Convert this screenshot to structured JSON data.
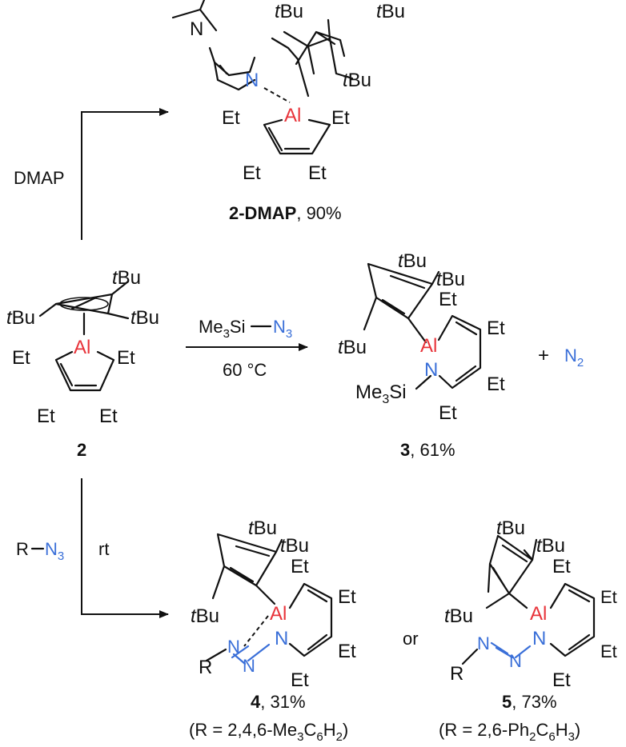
{
  "scheme": {
    "reagents": {
      "dmap": "DMAP",
      "tms_azide_left": "Me",
      "tms_azide_sub": "3",
      "tms_azide_si": "Si",
      "tms_azide_n": "N",
      "tms_azide_nsub": "3",
      "temperature": "60 °C",
      "r_azide_r": "R",
      "r_azide_n": "N",
      "r_azide_nsub": "3",
      "rt": "rt",
      "plus": "+",
      "n2": "N",
      "n2_sub": "2",
      "or": "or"
    },
    "atoms": {
      "al": "Al",
      "n": "N",
      "et": "Et",
      "tbu_t": "t",
      "tbu_bu": "Bu",
      "me3si_me": "Me",
      "me3si_sub": "3",
      "me3si_si": "Si",
      "r": "R"
    },
    "compounds": {
      "c2dmap": {
        "label": "2-DMAP",
        "yield": ", 90%"
      },
      "c2": {
        "label": "2"
      },
      "c3": {
        "label": "3",
        "yield": ", 61%"
      },
      "c4": {
        "label": "4",
        "yield": ", 31%",
        "note_pre": "(R = 2,4,6-Me",
        "note_s1": "3",
        "note_mid": "C",
        "note_s2": "6",
        "note_mid2": "H",
        "note_s3": "2",
        "note_post": ")"
      },
      "c5": {
        "label": "5",
        "yield": ", 73%",
        "note_pre": "(R = 2,6-Ph",
        "note_s1": "2",
        "note_mid": "C",
        "note_s2": "6",
        "note_mid2": "H",
        "note_s3": "3",
        "note_post": ")"
      }
    },
    "colors": {
      "aluminum": "#e8333a",
      "nitrogen": "#3a6fd8",
      "text": "#111111"
    }
  }
}
